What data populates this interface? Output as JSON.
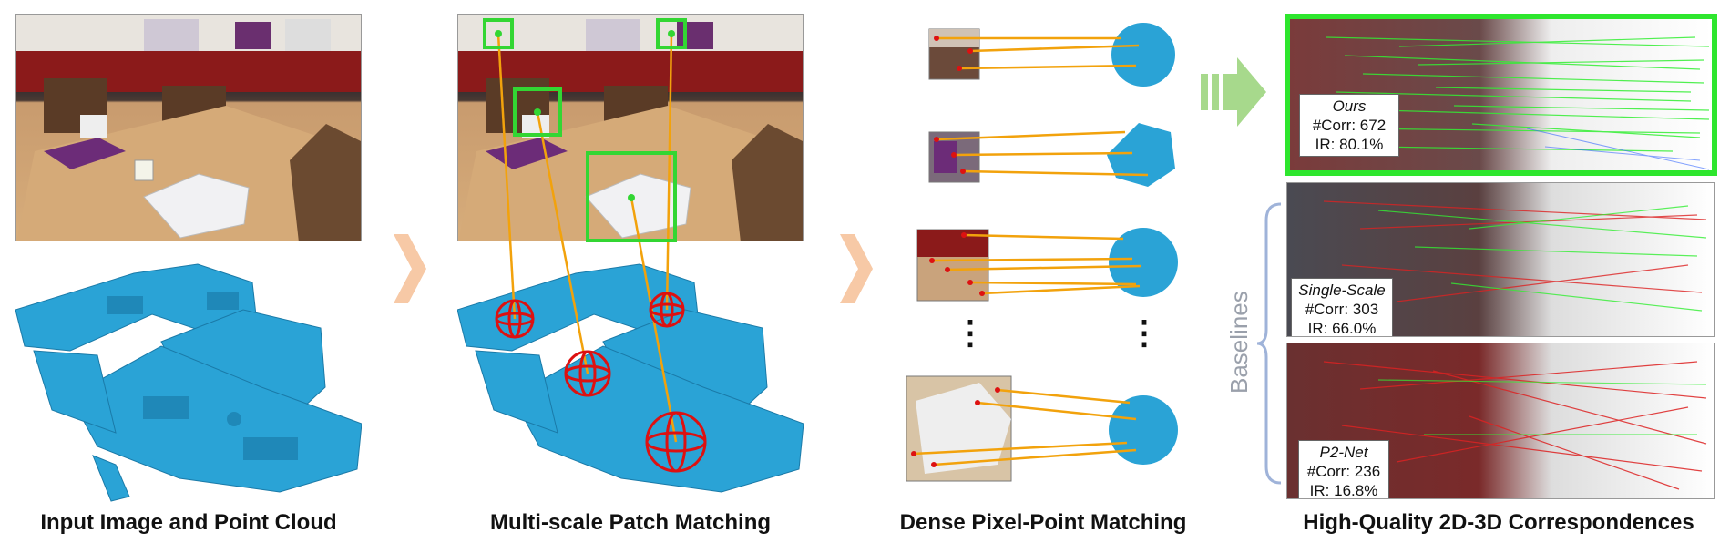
{
  "captions": {
    "c1": "Input Image and Point Cloud",
    "c2": "Multi-scale Patch Matching",
    "c3": "Dense Pixel-Point Matching",
    "c4": "High-Quality 2D-3D Correspondences"
  },
  "panels": {
    "ours": {
      "method": "Ours",
      "corr": "#Corr: 672",
      "ir": "IR: 80.1%"
    },
    "single": {
      "method": "Single-Scale",
      "corr": "#Corr: 303",
      "ir": "IR: 66.0%"
    },
    "p2net": {
      "method": "P2-Net",
      "corr": "#Corr: 236",
      "ir": "IR: 16.8%"
    }
  },
  "baselines_label": "Baselines",
  "colors": {
    "point_cloud": "#2aa3d6",
    "patch_box": "#33d633",
    "sphere": "#dd1111",
    "match_line": "#f2a20c",
    "chevron": "#f7c9a6",
    "big_arrow": "#a7d98c",
    "highlight_border": "#2ee62e",
    "brace": "#9fb3d9"
  },
  "icons": {
    "chevron1": "chevron-right-icon",
    "chevron2": "chevron-right-icon",
    "big_arrow": "arrow-right-icon",
    "brace": "curly-brace-icon"
  }
}
